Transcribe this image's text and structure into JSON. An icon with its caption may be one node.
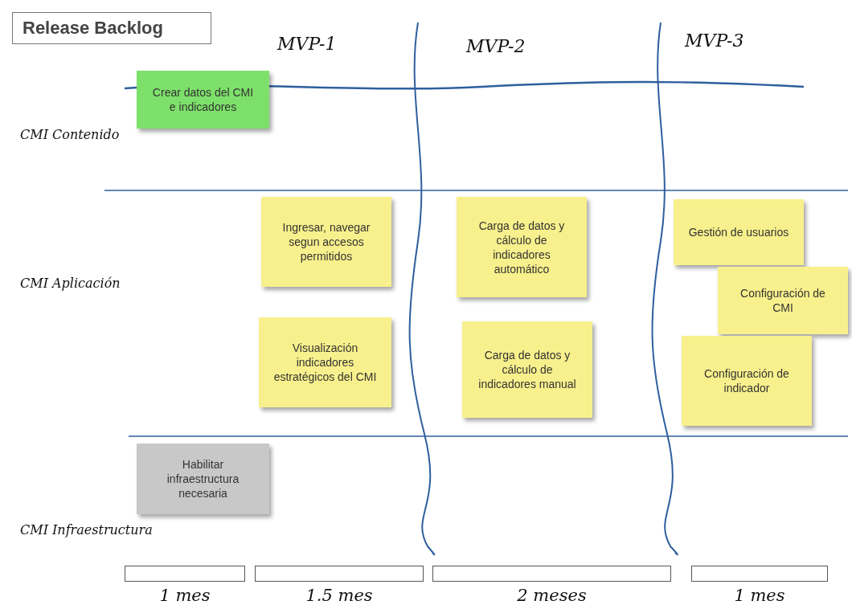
{
  "diagram": {
    "title": "Release Backlog",
    "nodes": [
      {
        "text": [
          "Crear datos del CMI e indicadores"
        ]
      },
      {
        "text": [
          "Ingresar, navegar segun accesos permitidos"
        ]
      },
      {
        "text": [
          "Visualización indicadores estratégicos del CMI"
        ]
      },
      {
        "text": [
          "Carga de datos y cálculo de indicadores automático"
        ]
      },
      {
        "text": [
          "Carga de datos y cálculo de indicadores manual"
        ]
      },
      {
        "text": [
          "Gestión de usuarios"
        ]
      },
      {
        "text": [
          "Configuración de CMI"
        ]
      },
      {
        "text": [
          "Configuración de indicador"
        ]
      },
      {
        "text": [
          "Habilitar infraestructura necesaria"
        ]
      },
      {
        "text": [],
        "shape": "bar",
        "beside": [
          "1 mes"
        ]
      },
      {
        "text": [],
        "shape": "bar",
        "beside": [
          "1.5 mes"
        ]
      },
      {
        "text": [],
        "shape": "bar",
        "beside": [
          "2 meses"
        ]
      },
      {
        "text": [],
        "shape": "bar",
        "beside": [
          "1 mes"
        ]
      }
    ],
    "edges": [],
    "labels": [
      "MVP-1",
      "MVP-2",
      "MVP-3",
      "CMI Contenido",
      "CMI Aplicación",
      "CMI Infraestructura"
    ]
  }
}
